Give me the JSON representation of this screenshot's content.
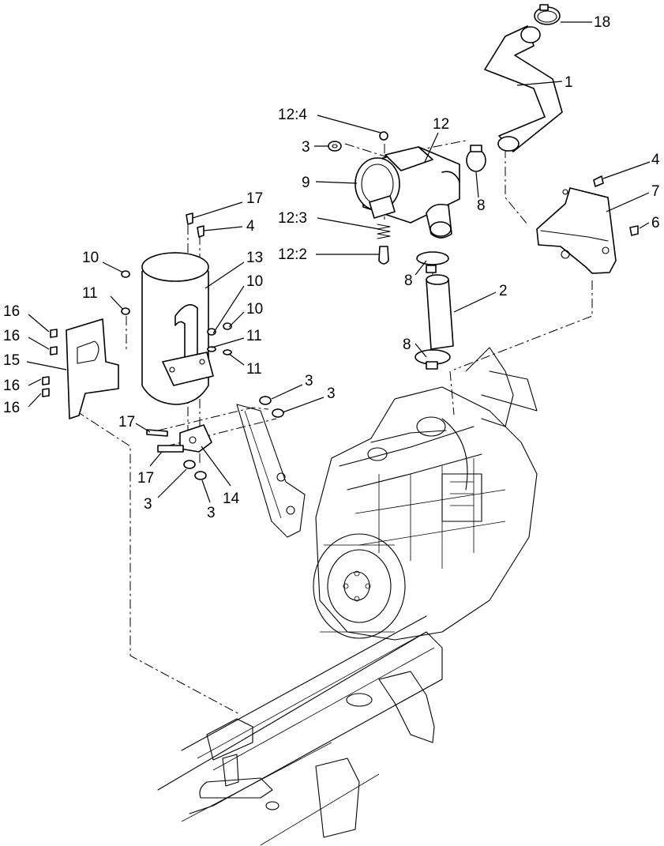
{
  "diagram": {
    "callouts": [
      {
        "id": "c18",
        "text": "18"
      },
      {
        "id": "c1",
        "text": "1"
      },
      {
        "id": "c12",
        "text": "12"
      },
      {
        "id": "c12-4",
        "text": "12:4"
      },
      {
        "id": "c3a",
        "text": "3"
      },
      {
        "id": "c9",
        "text": "9"
      },
      {
        "id": "c8a",
        "text": "8"
      },
      {
        "id": "c4a",
        "text": "4"
      },
      {
        "id": "c7",
        "text": "7"
      },
      {
        "id": "c6",
        "text": "6"
      },
      {
        "id": "c12-3",
        "text": "12:3"
      },
      {
        "id": "c12-2",
        "text": "12:2"
      },
      {
        "id": "c8b",
        "text": "8"
      },
      {
        "id": "c2",
        "text": "2"
      },
      {
        "id": "c8c",
        "text": "8"
      },
      {
        "id": "c17a",
        "text": "17"
      },
      {
        "id": "c4b",
        "text": "4"
      },
      {
        "id": "c13",
        "text": "13"
      },
      {
        "id": "c10a",
        "text": "10"
      },
      {
        "id": "c10b",
        "text": "10"
      },
      {
        "id": "c10c",
        "text": "10"
      },
      {
        "id": "c11a",
        "text": "11"
      },
      {
        "id": "c11b",
        "text": "11"
      },
      {
        "id": "c11c",
        "text": "11"
      },
      {
        "id": "c16a",
        "text": "16"
      },
      {
        "id": "c16b",
        "text": "16"
      },
      {
        "id": "c15",
        "text": "15"
      },
      {
        "id": "c16c",
        "text": "16"
      },
      {
        "id": "c16d",
        "text": "16"
      },
      {
        "id": "c3b",
        "text": "3"
      },
      {
        "id": "c3c",
        "text": "3"
      },
      {
        "id": "c17b",
        "text": "17"
      },
      {
        "id": "c17c",
        "text": "17"
      },
      {
        "id": "c14",
        "text": "14"
      },
      {
        "id": "c3d",
        "text": "3"
      },
      {
        "id": "c3e",
        "text": "3"
      }
    ]
  }
}
